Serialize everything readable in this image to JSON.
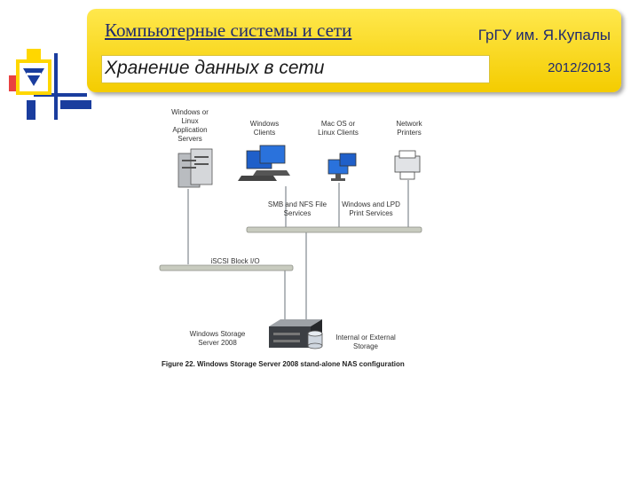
{
  "header": {
    "title": "Компьютерные системы и сети",
    "organization": "ГрГУ им. Я.Купалы",
    "subtitle": "Хранение данных в сети",
    "year": "2012/2013"
  },
  "diagram": {
    "nodes": {
      "app_servers": "Windows or Linux\nApplication\nServers",
      "win_clients": "Windows\nClients",
      "mac_clients": "Mac OS or\nLinux Clients",
      "printers": "Network\nPrinters",
      "smb_nfs": "SMB and NFS File\nServices",
      "lpd": "Windows and LPD\nPrint Services",
      "iscsi": "iSCSI Block I/O",
      "storage_server": "Windows Storage\nServer 2008",
      "external_storage": "Internal or External\nStorage"
    },
    "caption": "Figure 22. Windows Storage Server 2008 stand-alone NAS configuration"
  },
  "colors": {
    "header_fill": "#f4cc00",
    "title_text": "#1f2a6e",
    "bus": "#c8cbbf"
  }
}
